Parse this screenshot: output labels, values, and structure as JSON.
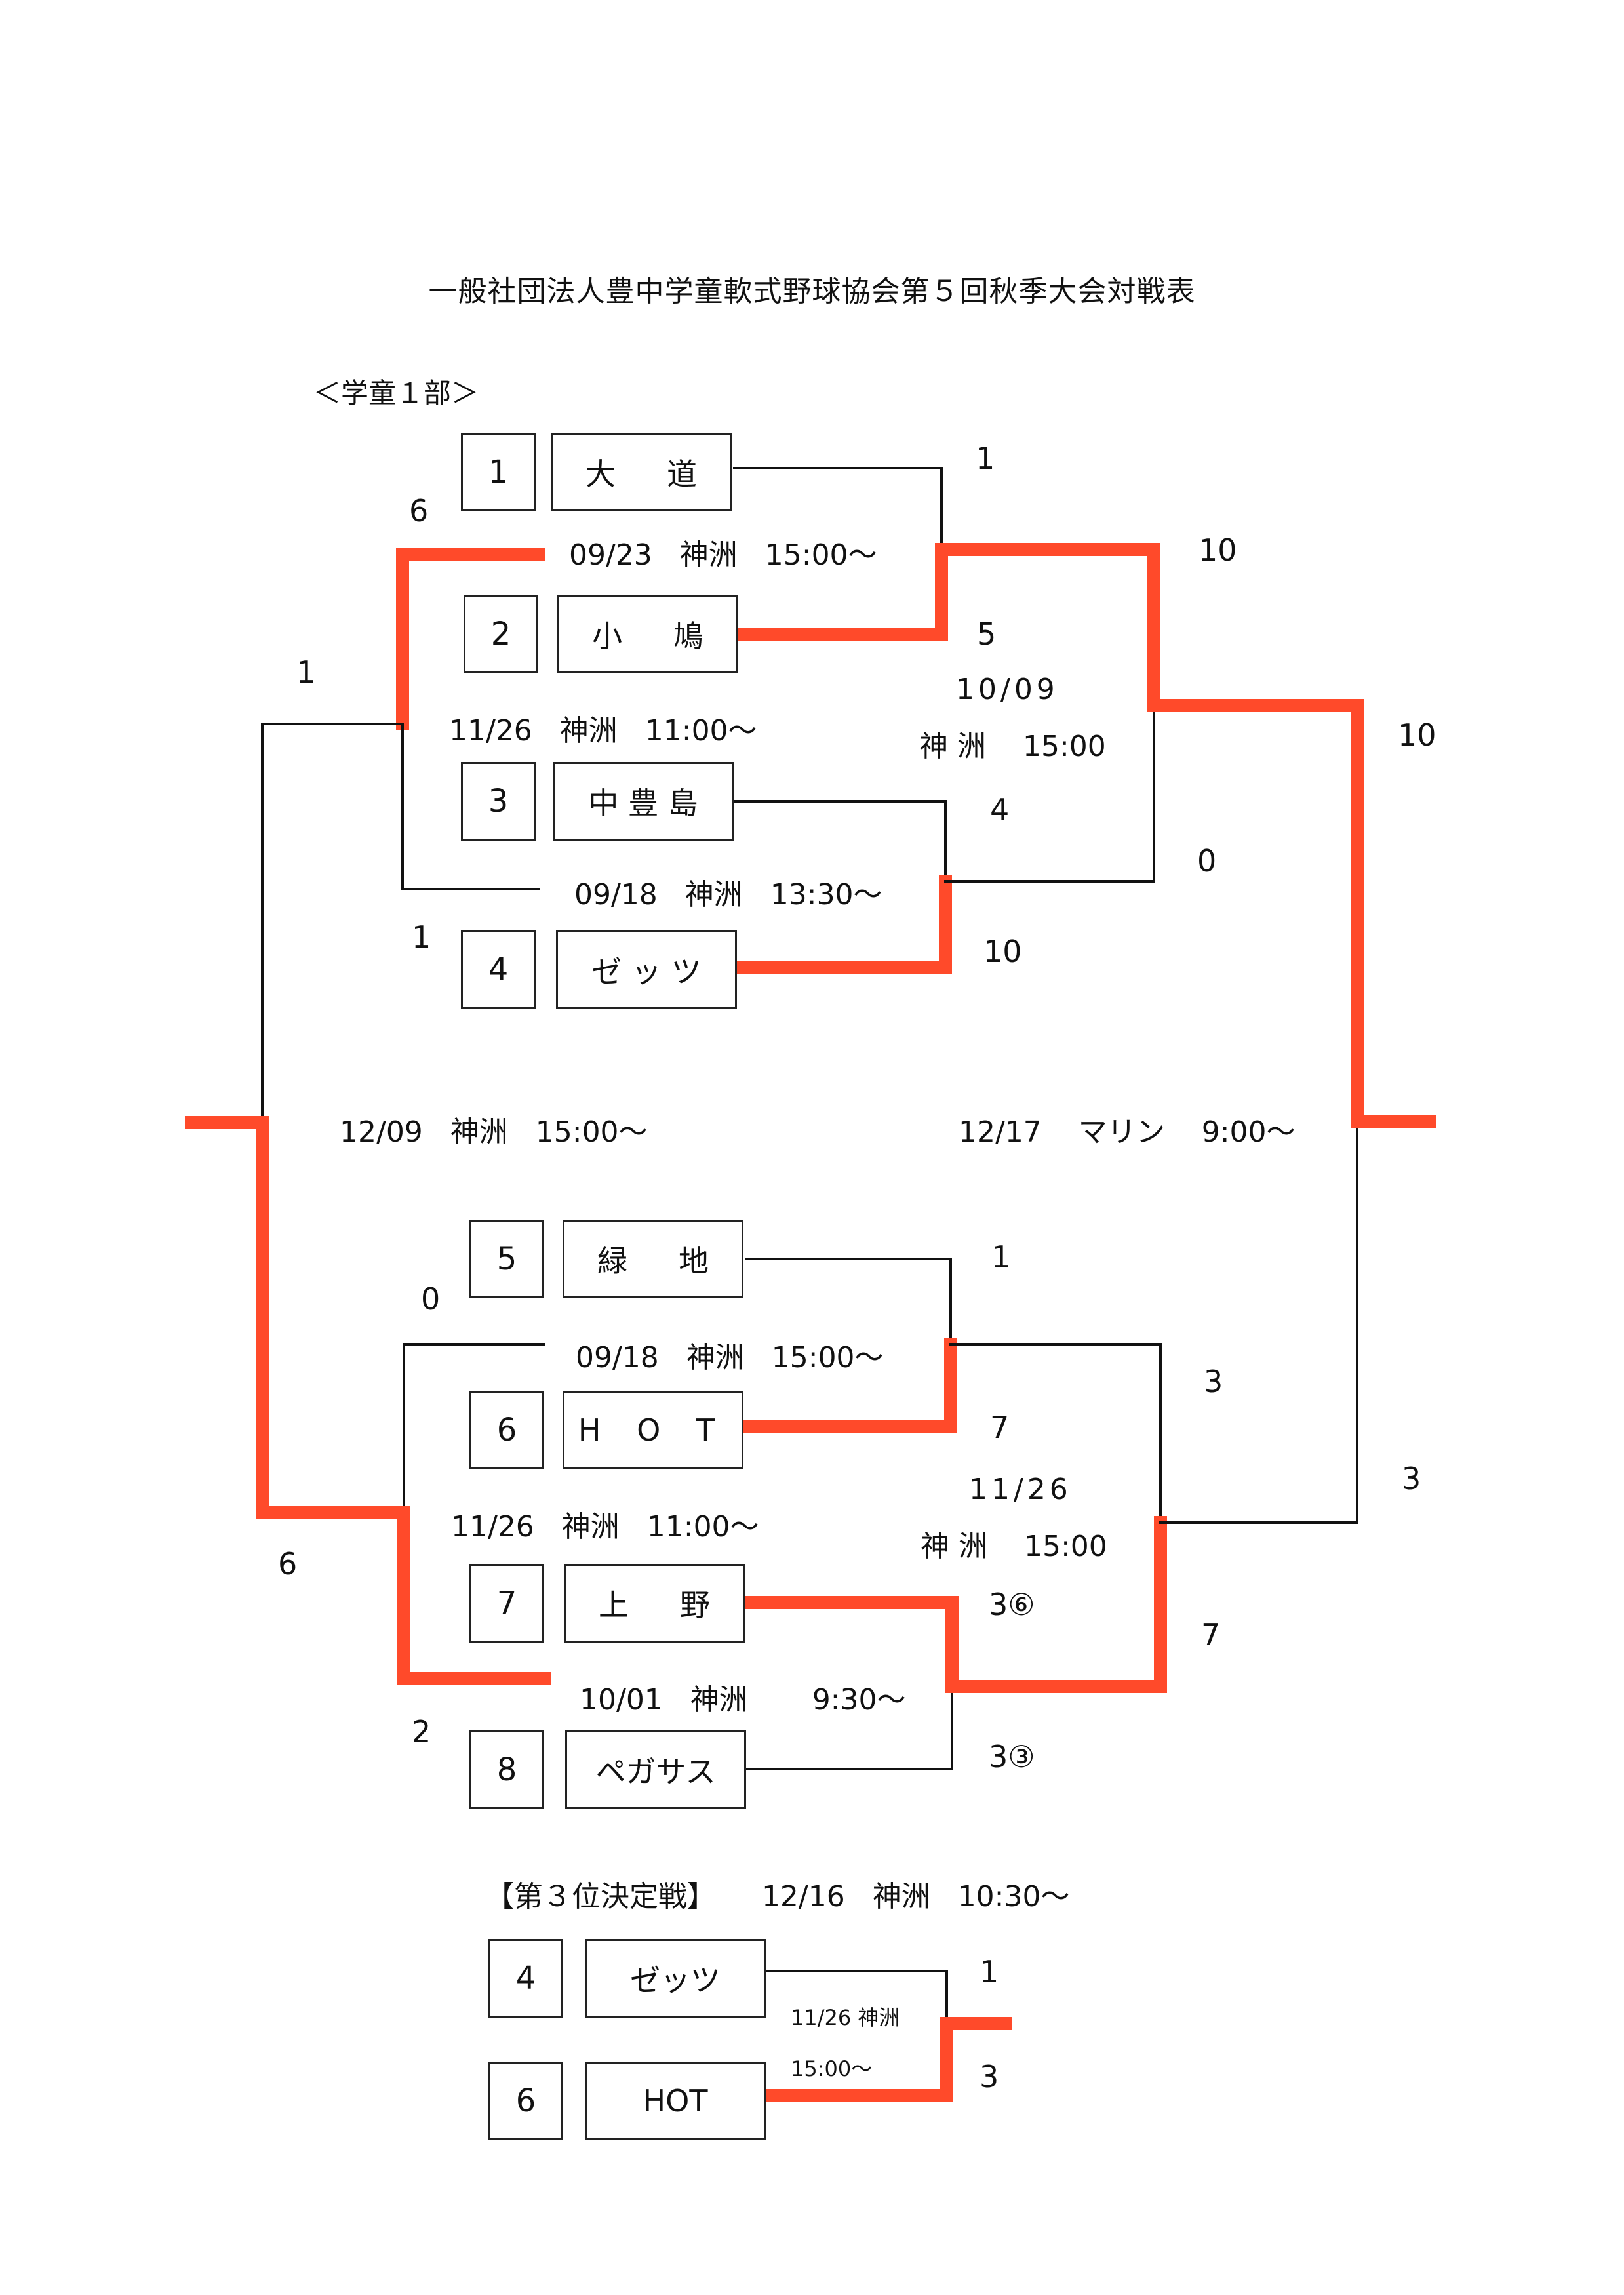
{
  "title": "一般社団法人豊中学童軟式野球協会第５回秋季大会対戦表",
  "division": "＜学童１部＞",
  "colors": {
    "winner_line": "#FF4A2A",
    "line": "#111111"
  },
  "teams": [
    {
      "seed": "1",
      "name": "大　　道",
      "chars": [
        "大",
        "道"
      ]
    },
    {
      "seed": "2",
      "name": "小　　鳩",
      "chars": [
        "小",
        "鳩"
      ]
    },
    {
      "seed": "3",
      "name": "中 豊 島",
      "chars": [
        "中 豊 島"
      ]
    },
    {
      "seed": "4",
      "name": "ゼ ッ ツ",
      "chars": [
        "ゼ ッ ツ"
      ]
    },
    {
      "seed": "5",
      "name": "緑　　地",
      "chars": [
        "緑",
        "地"
      ]
    },
    {
      "seed": "6",
      "name": "Ｈ Ｏ Ｔ",
      "chars": [
        "H O T"
      ]
    },
    {
      "seed": "7",
      "name": "上　　野",
      "chars": [
        "上",
        "野"
      ]
    },
    {
      "seed": "8",
      "name": "ペガサス",
      "chars": [
        "ペガサス"
      ]
    }
  ],
  "round1": [
    {
      "teams": [
        "大道",
        "小鳩"
      ],
      "date": "09/23",
      "venue": "神洲",
      "time": "15:00～",
      "scores": [
        "1",
        "5"
      ],
      "winner": 1
    },
    {
      "teams": [
        "中豊島",
        "ゼッツ"
      ],
      "date": "09/18",
      "venue": "神洲",
      "time": "13:30～",
      "scores": [
        "4",
        "10"
      ],
      "winner": 1
    },
    {
      "teams": [
        "緑地",
        "HOT"
      ],
      "date": "09/18",
      "venue": "神洲",
      "time": "15:00～",
      "scores": [
        "1",
        "7"
      ],
      "winner": 1
    },
    {
      "teams": [
        "上野",
        "ペガサス"
      ],
      "date": "10/01",
      "venue": "神洲",
      "time": "9:30～",
      "scores": [
        "3⑥",
        "3③"
      ],
      "winner": 0
    }
  ],
  "round2": [
    {
      "label": "1/2 winner vs 3/4 winner",
      "date": "10/09",
      "venue": "神 洲",
      "time": "15:00",
      "scores": [
        "10",
        "0"
      ],
      "winner": 0
    },
    {
      "label": "5/6 winner vs 7/8 winner",
      "date": "11/26",
      "venue": "神 洲",
      "time": "15:00",
      "scores": [
        "3",
        "7"
      ],
      "winner": 1
    }
  ],
  "left_bracket": [
    {
      "label": "top",
      "date": "11/26",
      "venue": "神洲",
      "time": "11:00～",
      "scores": [
        "6",
        "1"
      ],
      "winner": 0
    },
    {
      "label": "bottom",
      "date": "11/26",
      "venue": "神洲",
      "time": "11:00～",
      "scores": [
        "0",
        "2"
      ],
      "winner": 1
    },
    {
      "label": "left-final",
      "date": "12/09",
      "venue": "神洲",
      "time": "15:00～",
      "scores": [
        "1",
        "6"
      ],
      "winner": 1
    }
  ],
  "right_final": {
    "date": "12/17",
    "venue": "マリン",
    "time": "9:00～",
    "scores": [
      "10",
      "3"
    ],
    "winner": 0
  },
  "third_place": {
    "heading": "【第３位決定戦】",
    "date": "12/16",
    "venue": "神洲",
    "time": "10:30～",
    "teams": [
      {
        "seed": "4",
        "name": "ゼッツ"
      },
      {
        "seed": "6",
        "name": "HOT"
      }
    ],
    "note_line1": "11/26 神洲",
    "note_line2": "15:00～",
    "scores": [
      "1",
      "3"
    ],
    "winner": 1
  }
}
